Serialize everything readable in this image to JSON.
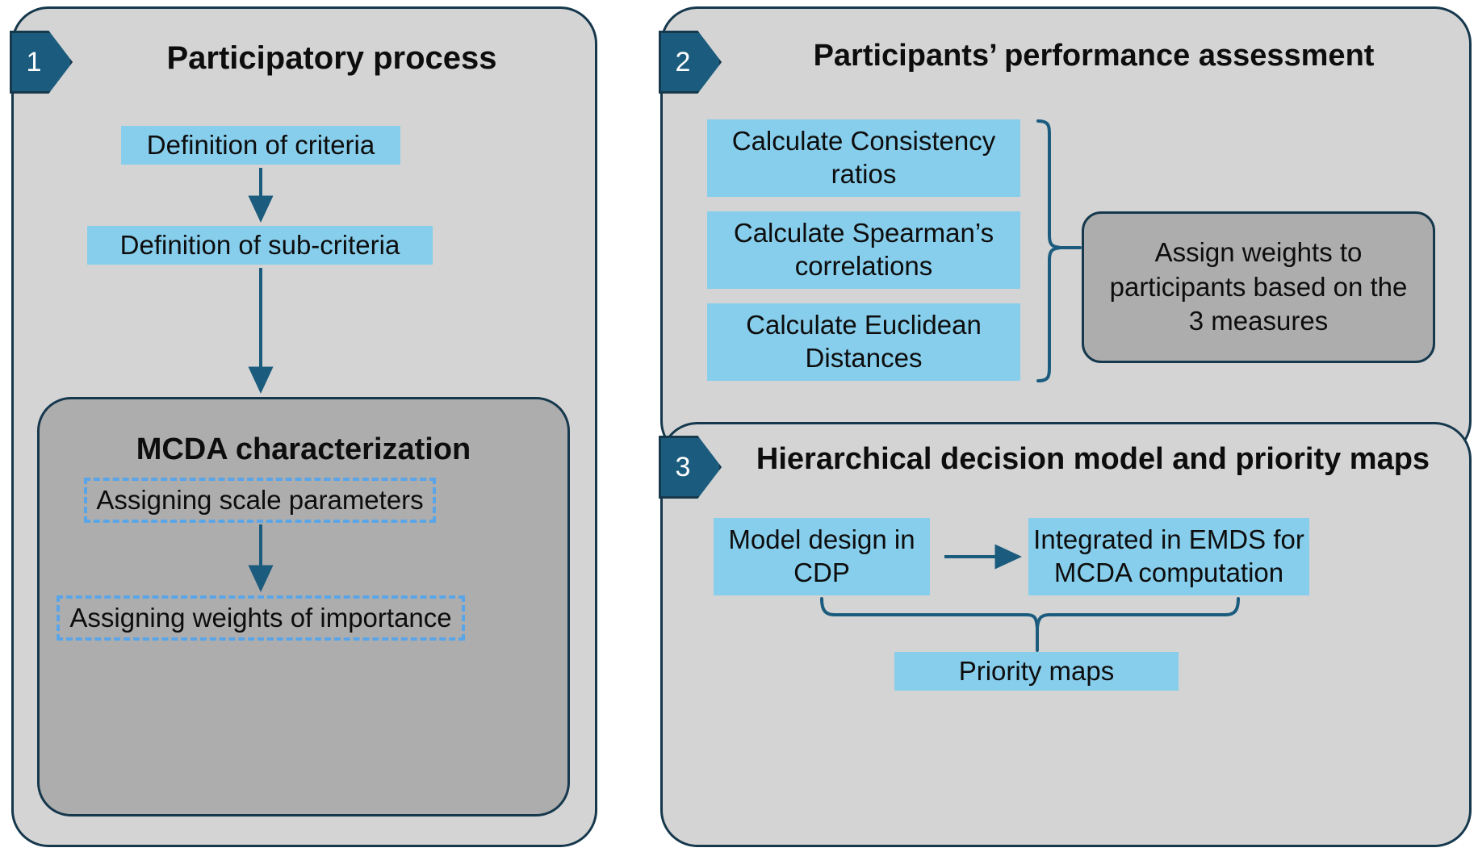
{
  "diagram": {
    "title_note": "Three-stage MCDA participatory workflow diagram",
    "colors": {
      "panel_fill": "#d4d4d4",
      "panel_border": "#16384d",
      "badge_fill": "#1b5c7e",
      "process_box_fill": "#87ceec",
      "inner_grey_fill": "#adadad",
      "dashed_border": "#5aa5e8",
      "connector": "#1b5c7e"
    }
  },
  "panels": [
    {
      "number": "1",
      "title": "Participatory process",
      "boxes": {
        "criteria": "Definition of criteria",
        "subcriteria": "Definition of sub-criteria"
      },
      "inner": {
        "title": "MCDA characterization",
        "dashed": {
          "scale": "Assigning scale parameters",
          "weights": "Assigning weights of importance"
        }
      }
    },
    {
      "number": "2",
      "title": "Participants’ performance assessment",
      "boxes": {
        "consistency": "Calculate Consistency ratios",
        "spearman": "Calculate Spearman’s correlations",
        "euclidean": "Calculate Euclidean Distances"
      },
      "result": "Assign weights to participants based on the 3 measures"
    },
    {
      "number": "3",
      "title": "Hierarchical decision model and priority maps",
      "boxes": {
        "model_design": "Model design in CDP",
        "emds": "Integrated in EMDS for MCDA computation",
        "priority_maps": "Priority maps"
      }
    }
  ]
}
